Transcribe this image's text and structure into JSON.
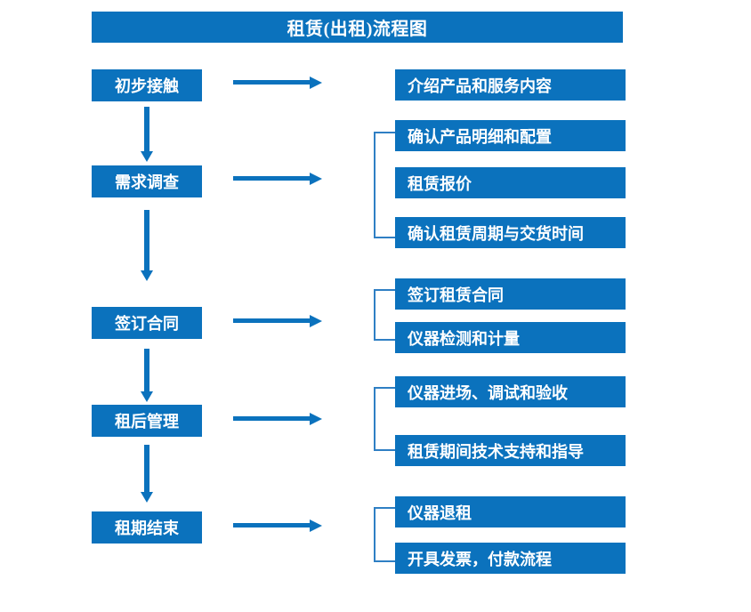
{
  "chart_data": {
    "type": "diagram",
    "title": "租赁(出租)流程图",
    "diagram_kind": "flowchart",
    "orientation": "vertical-main-with-right-branches",
    "accent_color": "#0b72bd",
    "bracket_color": "#2f7fc4",
    "text_color": "#ffffff",
    "background_color": "#ffffff"
  },
  "title": "租赁(出租)流程图",
  "stages": [
    {
      "id": "stage-1",
      "label": "初步接触",
      "details": [
        "介绍产品和服务内容"
      ],
      "has_bracket": false,
      "has_arrow_down": true
    },
    {
      "id": "stage-2",
      "label": "需求调查",
      "details": [
        "确认产品明细和配置",
        "租赁报价",
        "确认租赁周期与交货时间"
      ],
      "has_bracket": true,
      "has_arrow_down": true
    },
    {
      "id": "stage-3",
      "label": "签订合同",
      "details": [
        "签订租赁合同",
        "仪器检测和计量"
      ],
      "has_bracket": true,
      "has_arrow_down": true
    },
    {
      "id": "stage-4",
      "label": "租后管理",
      "details": [
        "仪器进场、调试和验收",
        "租赁期间技术支持和指导"
      ],
      "has_bracket": true,
      "has_arrow_down": true
    },
    {
      "id": "stage-5",
      "label": "租期结束",
      "details": [
        "仪器退租",
        "开具发票，付款流程"
      ],
      "has_bracket": true,
      "has_arrow_down": false
    }
  ]
}
